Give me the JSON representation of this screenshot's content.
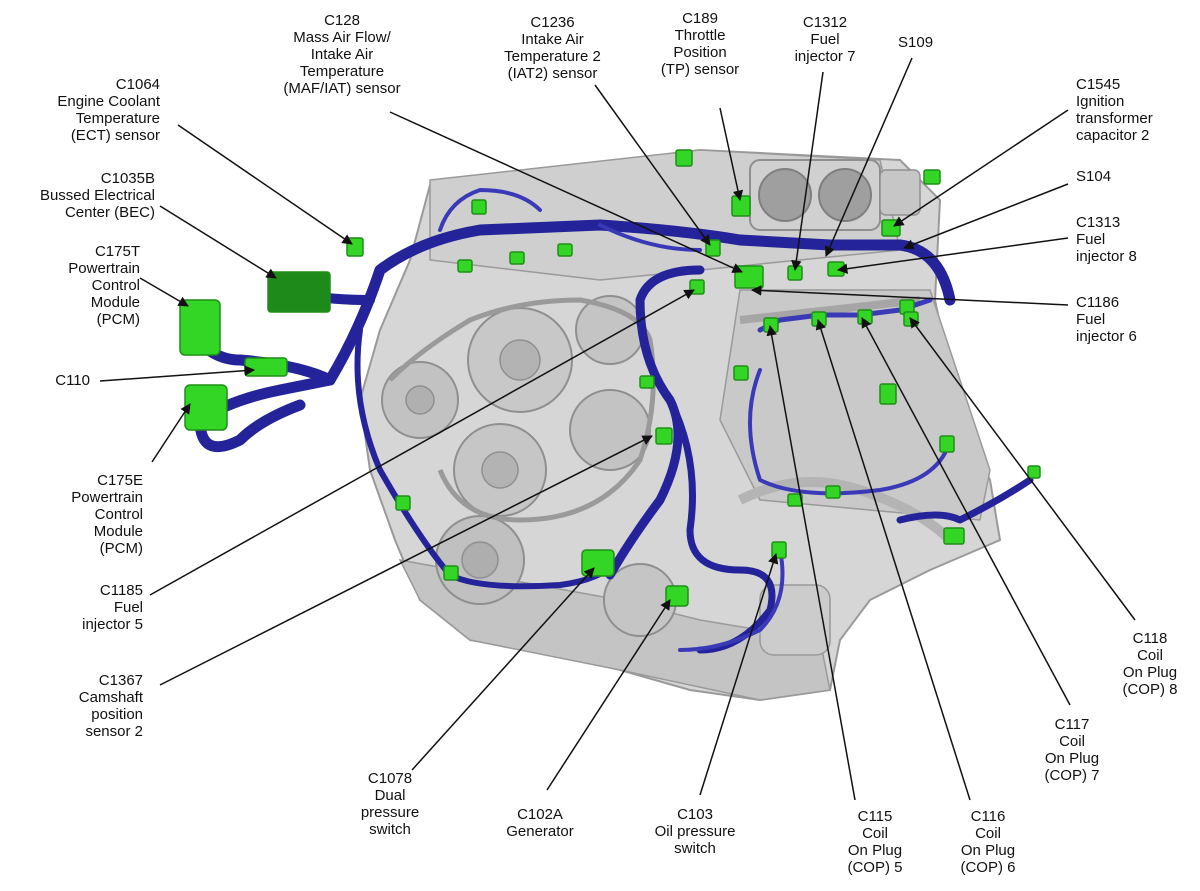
{
  "colors": {
    "engine": "#d4d4d4",
    "engine_shadow": "#a9a9a9",
    "engine_dark": "#8c8c8c",
    "harness": "#24239a",
    "harness_light": "#4645c6",
    "connector": "#33d624",
    "connector_dark": "#1f8f17",
    "leader": "#111111"
  },
  "labels": [
    {
      "id": "c128",
      "lines": [
        "C128",
        "Mass Air Flow/",
        "Intake Air",
        "Temperature",
        "(MAF/IAT) sensor"
      ]
    },
    {
      "id": "c1236",
      "lines": [
        "C1236",
        "Intake Air",
        "Temperature 2",
        "(IAT2) sensor"
      ]
    },
    {
      "id": "c189",
      "lines": [
        "C189",
        "Throttle",
        "Position",
        "(TP) sensor"
      ]
    },
    {
      "id": "c1312",
      "lines": [
        "C1312",
        "Fuel",
        "injector 7"
      ]
    },
    {
      "id": "s109",
      "lines": [
        "S109"
      ]
    },
    {
      "id": "c1545",
      "lines": [
        "C1545",
        "Ignition",
        "transformer",
        "capacitor 2"
      ]
    },
    {
      "id": "s104",
      "lines": [
        "S104"
      ]
    },
    {
      "id": "c1313",
      "lines": [
        "C1313",
        "Fuel",
        "injector 8"
      ]
    },
    {
      "id": "c1186",
      "lines": [
        "C1186",
        "Fuel",
        "injector 6"
      ]
    },
    {
      "id": "c1064",
      "lines": [
        "C1064",
        "Engine Coolant",
        "Temperature",
        "(ECT) sensor"
      ]
    },
    {
      "id": "c1035b",
      "lines": [
        "C1035B",
        "Bussed Electrical",
        "Center (BEC)"
      ]
    },
    {
      "id": "c175t",
      "lines": [
        "C175T",
        "Powertrain",
        "Control",
        "Module",
        "(PCM)"
      ]
    },
    {
      "id": "c110",
      "lines": [
        "C110"
      ]
    },
    {
      "id": "c175e",
      "lines": [
        "C175E",
        "Powertrain",
        "Control",
        "Module",
        "(PCM)"
      ]
    },
    {
      "id": "c1185",
      "lines": [
        "C1185",
        "Fuel",
        "injector 5"
      ]
    },
    {
      "id": "c1367",
      "lines": [
        "C1367",
        "Camshaft",
        "position",
        "sensor 2"
      ]
    },
    {
      "id": "c1078",
      "lines": [
        "C1078",
        "Dual",
        "pressure",
        "switch"
      ]
    },
    {
      "id": "c102a",
      "lines": [
        "C102A",
        "Generator"
      ]
    },
    {
      "id": "c103",
      "lines": [
        "C103",
        "Oil pressure",
        "switch"
      ]
    },
    {
      "id": "c115",
      "lines": [
        "C115",
        "Coil",
        "On Plug",
        "(COP) 5"
      ]
    },
    {
      "id": "c116",
      "lines": [
        "C116",
        "Coil",
        "On Plug",
        "(COP) 6"
      ]
    },
    {
      "id": "c117",
      "lines": [
        "C117",
        "Coil",
        "On Plug",
        "(COP) 7"
      ]
    },
    {
      "id": "c118",
      "lines": [
        "C118",
        "Coil",
        "On Plug",
        "(COP) 8"
      ]
    }
  ]
}
